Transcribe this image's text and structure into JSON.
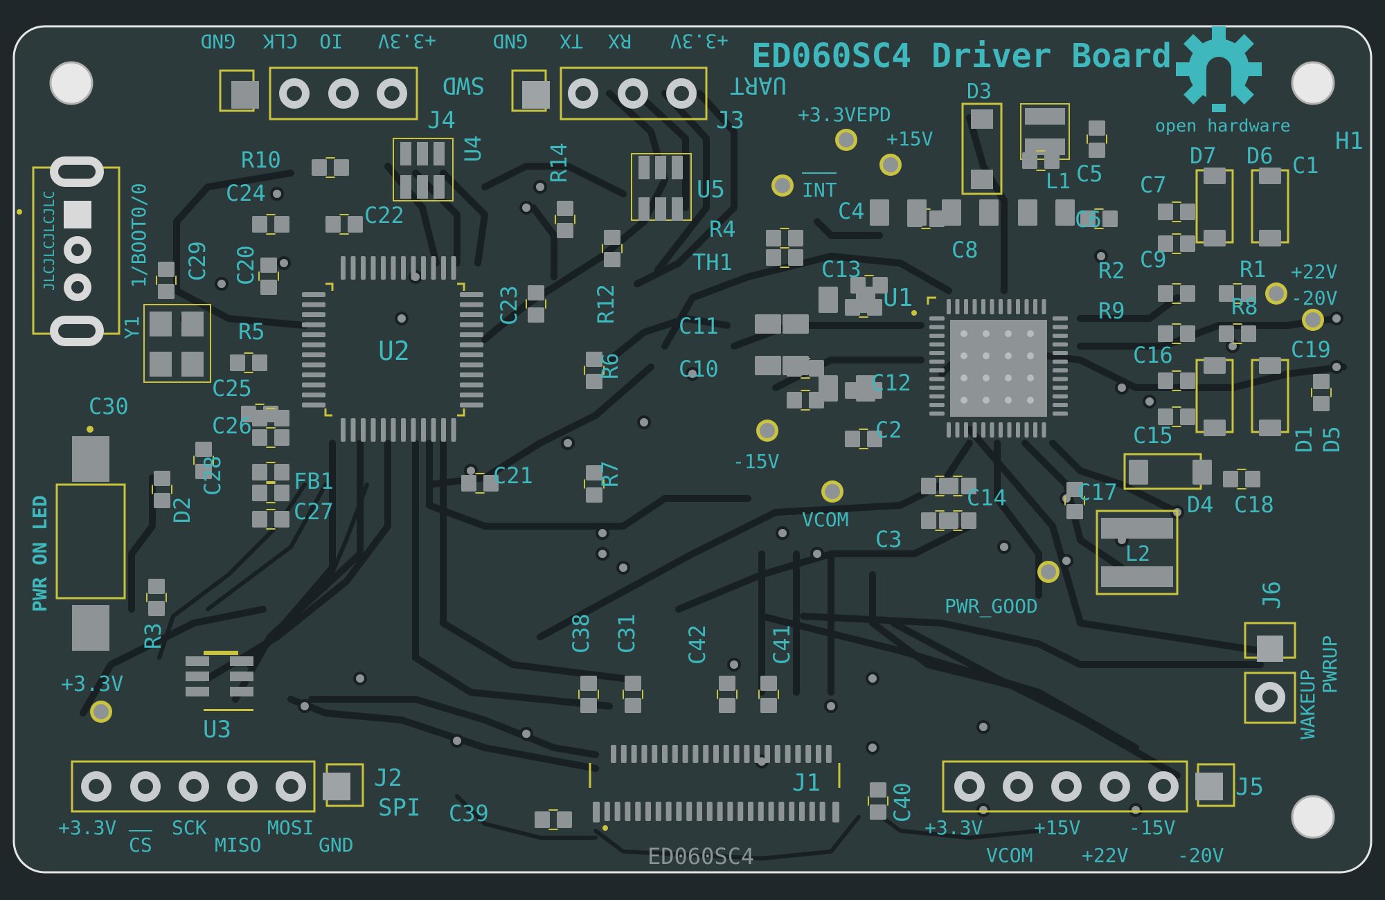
{
  "board": {
    "title": "ED060SC4 Driver Board",
    "logo_text": "open hardware",
    "logo_icon": "open-hardware-gear-icon",
    "colors": {
      "background": "#1f272b",
      "board": "#2c3a3b",
      "silkscreen": "#3eb8bd",
      "pads": "#8e9396",
      "outline": "#c9c33f"
    },
    "connectors": {
      "swd": {
        "ref": "J4",
        "name": "SWD",
        "pins": [
          "GND",
          "CLK",
          "IO",
          "+3.3V"
        ]
      },
      "uart": {
        "ref": "J3",
        "name": "UART",
        "pins": [
          "GND",
          "TX",
          "RX",
          "+3.3V"
        ]
      },
      "spi": {
        "ref": "J2",
        "name": "SPI",
        "pins": [
          "+3.3V",
          "CS",
          "SCK",
          "MISO",
          "MOSI",
          "GND"
        ]
      },
      "power": {
        "ref": "J5",
        "pins": [
          "+3.3V",
          "VCOM",
          "+15V",
          "+22V",
          "-15V",
          "-20V"
        ]
      },
      "wake": {
        "ref": "J6",
        "pins": [
          "WAKEUP",
          "PWRUP"
        ]
      },
      "boot": {
        "ref": "",
        "label": "1/BOOT0/0",
        "pins": [
          "",
          "",
          ""
        ]
      },
      "jlc": {
        "label": "JLCJLCJLCJLC"
      },
      "fpc": {
        "ref": "J1",
        "name": "ED060SC4"
      }
    },
    "test_points": [
      "+3.3VEPD",
      "+15V",
      "INT",
      "-15V",
      "VCOM",
      "PWR_GOOD",
      "+22V",
      "-20V",
      "+3.3V"
    ],
    "led_label": "PWR ON LED",
    "mount_ref": "H1",
    "ics": [
      "U1",
      "U2",
      "U3",
      "U4",
      "U5"
    ],
    "refs": [
      "C1",
      "C2",
      "C3",
      "C4",
      "C5",
      "C6",
      "C7",
      "C8",
      "C9",
      "C10",
      "C11",
      "C12",
      "C13",
      "C14",
      "C15",
      "C16",
      "C17",
      "C18",
      "C19",
      "C20",
      "C21",
      "C22",
      "C23",
      "C24",
      "C25",
      "C26",
      "C27",
      "C28",
      "C29",
      "C30",
      "C31",
      "C38",
      "C39",
      "C40",
      "C41",
      "C42",
      "R1",
      "R2",
      "R3",
      "R4",
      "R5",
      "R6",
      "R7",
      "R8",
      "R9",
      "R10",
      "R12",
      "R14",
      "D1",
      "D2",
      "D3",
      "D4",
      "D5",
      "D6",
      "D7",
      "L1",
      "L2",
      "FB1",
      "TH1",
      "Y1"
    ]
  }
}
